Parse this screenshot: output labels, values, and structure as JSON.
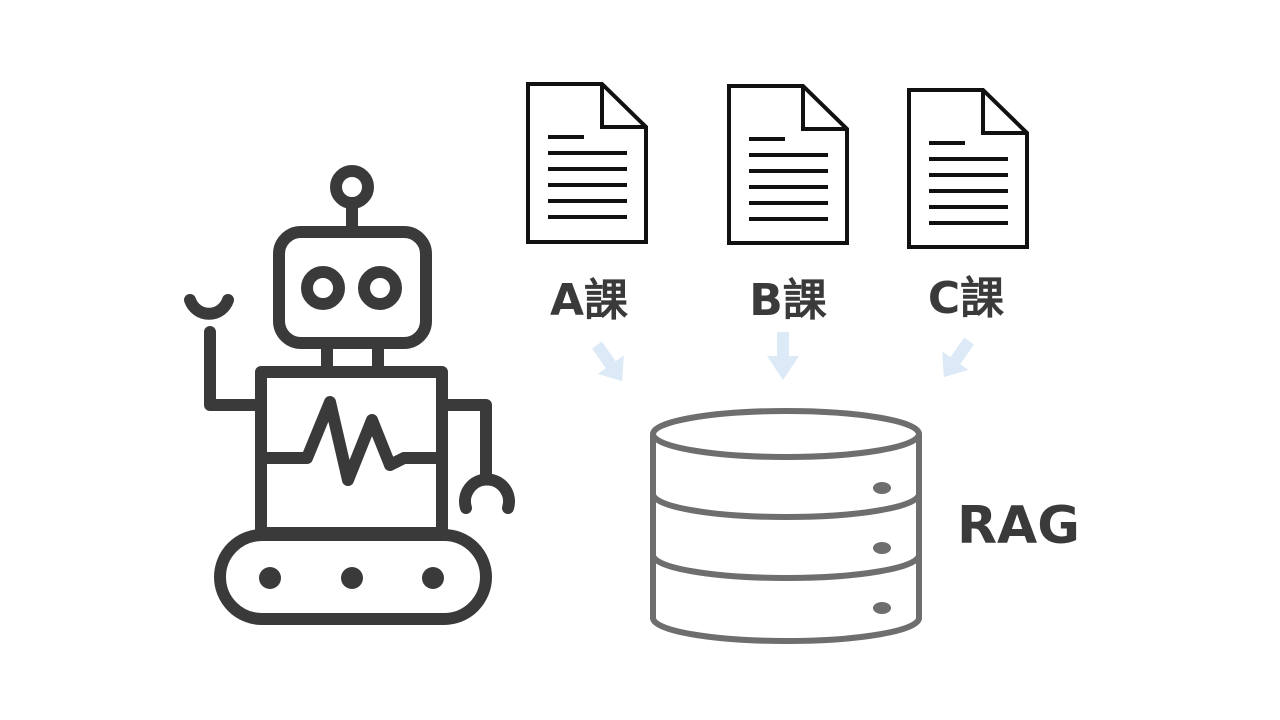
{
  "documents": [
    {
      "label": "A課"
    },
    {
      "label": "B課"
    },
    {
      "label": "C課"
    }
  ],
  "database": {
    "label": "RAG"
  },
  "colors": {
    "robot": "#3a3a3a",
    "document_stroke": "#111111",
    "database_stroke": "#6e6e6e",
    "arrow": "#dce9f6",
    "text": "#3a3a3a"
  }
}
